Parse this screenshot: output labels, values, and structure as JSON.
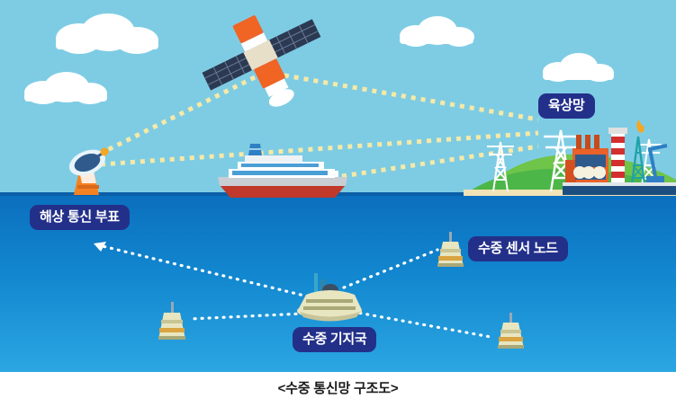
{
  "figure": {
    "caption": "<수중 통신망 구조도>",
    "labels": [
      {
        "id": "land-network",
        "text": "육상망"
      },
      {
        "id": "maritime-communication-buoy",
        "text": "해상 통신 부표"
      },
      {
        "id": "underwater-sensor-node",
        "text": "수중 센서 노드"
      },
      {
        "id": "underwater-base-station",
        "text": "수중 기지국"
      }
    ],
    "colors": {
      "sky": "#7ecce4",
      "sea_top": "#0b6fbe",
      "sea_bottom": "#2ba6e2",
      "label_background": "#23308a",
      "label_text": "#ffffff",
      "cloud": "#ffffff",
      "air_link_dash": "#f7e9a6",
      "water_link_dash": "#ffffff",
      "satellite_body": "#f06424",
      "satellite_panel": "#2b3a52",
      "buoy_base": "#f58220",
      "ship_hull": "#c0392b",
      "land_grass": "#4cb648",
      "pylon": "#ffffff",
      "factory": "#e8622a",
      "node_body": "#e8e6c0",
      "caption_text": "#1b1b1b"
    },
    "elements": {
      "satellite": "communication-satellite",
      "buoy": "maritime-communication-buoy",
      "ship": "cruise-ship",
      "land": "coastal-industrial-area",
      "base_station": "underwater-base-station",
      "sensor_nodes_count": 3,
      "clouds_count": 4,
      "air_links_count": 4,
      "water_links_count": 4
    }
  }
}
